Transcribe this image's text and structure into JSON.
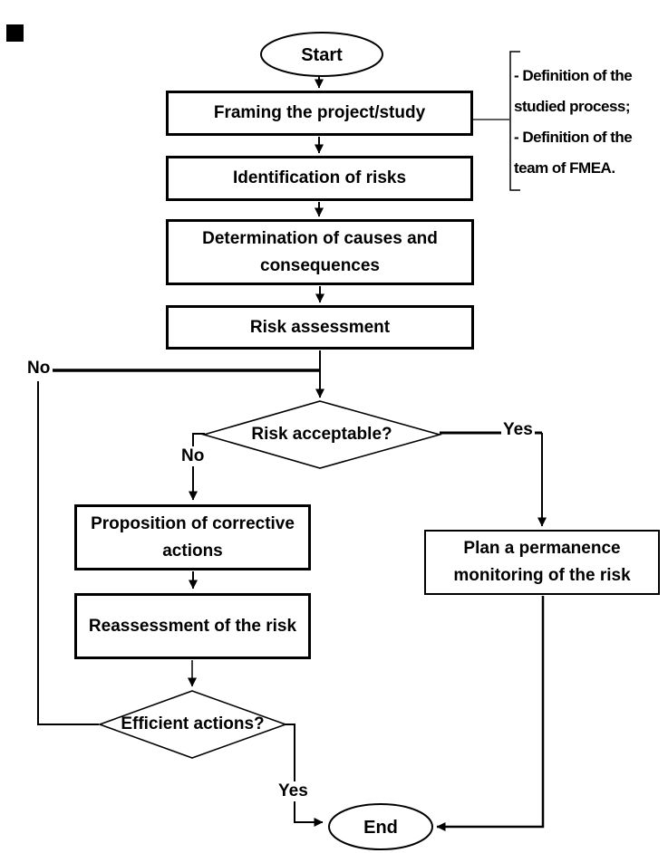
{
  "flowchart": {
    "nodes": {
      "start": {
        "label": "Start",
        "type": "terminator"
      },
      "framing": {
        "label": "Framing the project/study",
        "type": "process"
      },
      "identification": {
        "label": "Identification of risks",
        "type": "process"
      },
      "determination": {
        "label": "Determination of causes and consequences",
        "type": "process"
      },
      "risk_assessment": {
        "label": "Risk assessment",
        "type": "process"
      },
      "risk_acceptable": {
        "label": "Risk acceptable?",
        "type": "decision"
      },
      "proposition": {
        "label": "Proposition of corrective actions",
        "type": "process"
      },
      "reassessment": {
        "label": "Reassessment of the risk",
        "type": "process"
      },
      "plan_monitoring": {
        "label": "Plan a permanence monitoring of the risk",
        "type": "process"
      },
      "efficient_actions": {
        "label": "Efficient actions?",
        "type": "decision"
      },
      "end": {
        "label": "End",
        "type": "terminator"
      }
    },
    "edge_labels": {
      "risk_acceptable_no": "No",
      "risk_acceptable_yes": "Yes",
      "efficient_actions_no": "No",
      "efficient_actions_yes": "Yes"
    },
    "annotation": {
      "lines": [
        "- Definition of the",
        "studied process;",
        "- Definition of the",
        "team of FMEA."
      ]
    },
    "colors": {
      "stroke": "#000000",
      "fill": "#ffffff",
      "text": "#000000"
    }
  }
}
